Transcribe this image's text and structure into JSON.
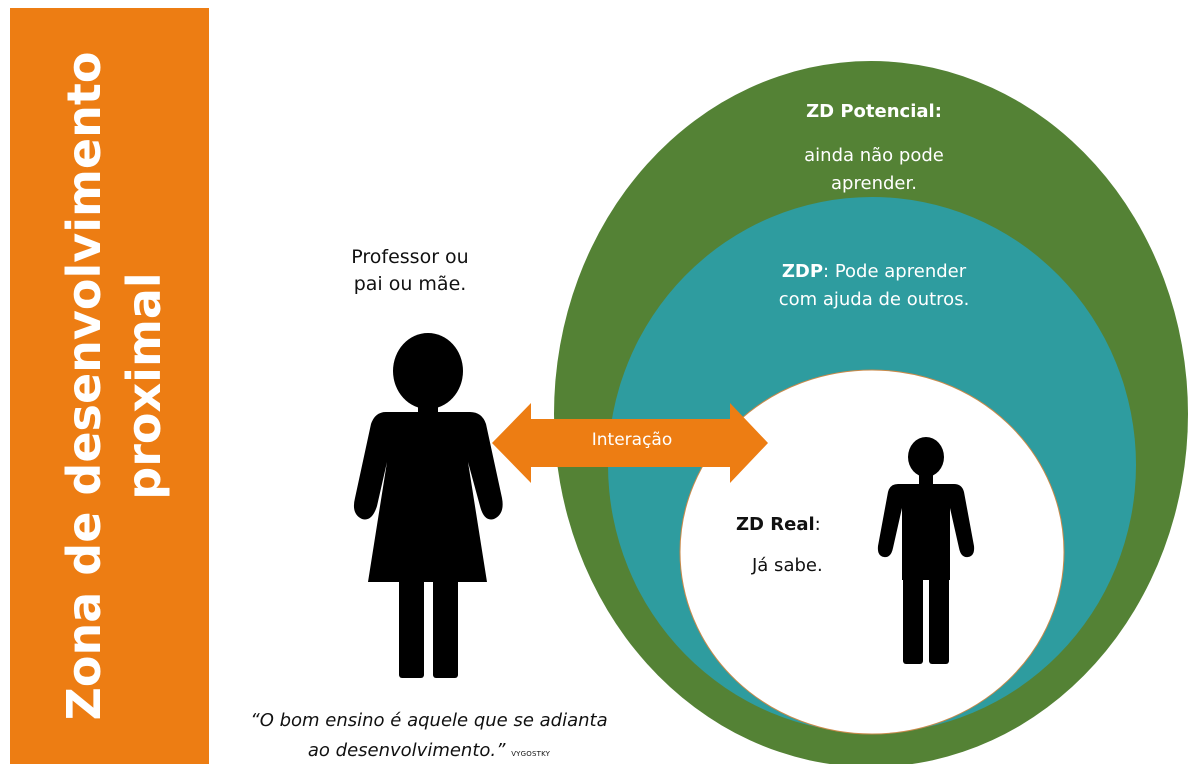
{
  "sidebar": {
    "line1": "Zona de desenvolvimento",
    "line2": "proximal",
    "color": "#ED7D13"
  },
  "adult": {
    "caption_line1": "Professor ou",
    "caption_line2": "pai ou mãe.",
    "icon": "woman-silhouette-icon"
  },
  "interaction": {
    "label": "Interação",
    "color": "#ED7D13",
    "icon": "double-arrow-icon"
  },
  "zones": {
    "potential": {
      "title": "ZD Potencial:",
      "line1": "ainda não pode",
      "line2": "aprender.",
      "color": "#548235"
    },
    "zdp": {
      "title": "ZDP",
      "rest_line1": ": Pode aprender",
      "line2": "com ajuda de outros.",
      "color": "#2E9C9F"
    },
    "real": {
      "title": "ZD Real",
      "title_suffix": ":",
      "text": "Já sabe.",
      "icon": "child-silhouette-icon"
    }
  },
  "quote": {
    "line1": "“O bom ensino é aquele que se adianta",
    "line2": "ao desenvolvimento.”",
    "author": "VYGOSTKY"
  }
}
